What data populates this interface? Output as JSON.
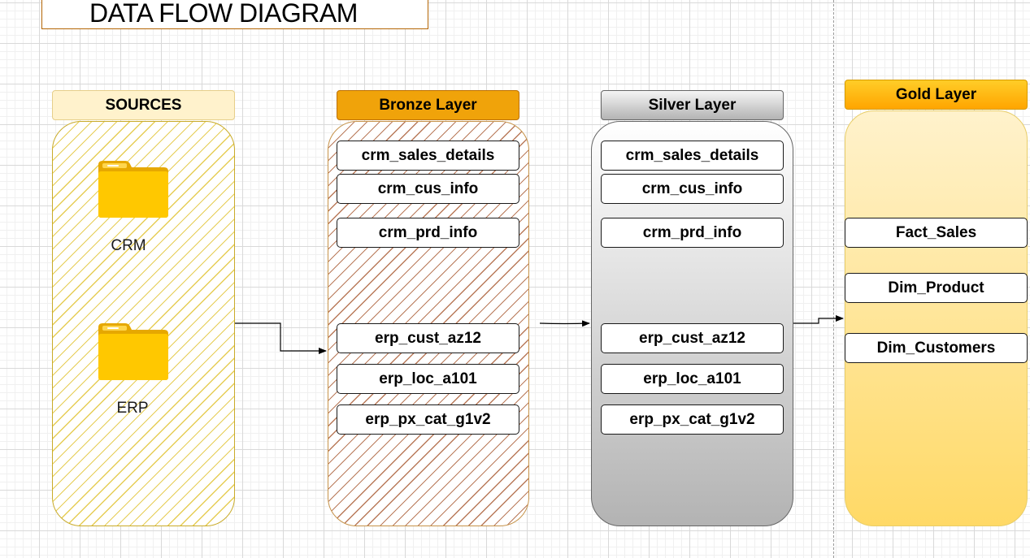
{
  "title": "DATA FLOW DIAGRAM",
  "layers": {
    "sources": {
      "header": "SOURCES",
      "items": [
        "CRM",
        "ERP"
      ]
    },
    "bronze": {
      "header": "Bronze Layer",
      "tables": [
        "crm_sales_details",
        "crm_cus_info",
        "crm_prd_info",
        "erp_cust_az12",
        "erp_loc_a101",
        "erp_px_cat_g1v2"
      ]
    },
    "silver": {
      "header": "Silver Layer",
      "tables": [
        "crm_sales_details",
        "crm_cus_info",
        "crm_prd_info",
        "erp_cust_az12",
        "erp_loc_a101",
        "erp_px_cat_g1v2"
      ]
    },
    "gold": {
      "header": "Gold Layer",
      "tables": [
        "Fact_Sales",
        "Dim_Product",
        "Dim_Customers"
      ]
    }
  },
  "colors": {
    "bronze_header": "#f0a30a",
    "gold_header": "#ffa500",
    "sources_header": "#fff2cc",
    "silver_header": "#b3b3b3",
    "folder": "#ffc800"
  },
  "icons": {
    "source_icon": "folder-icon"
  }
}
